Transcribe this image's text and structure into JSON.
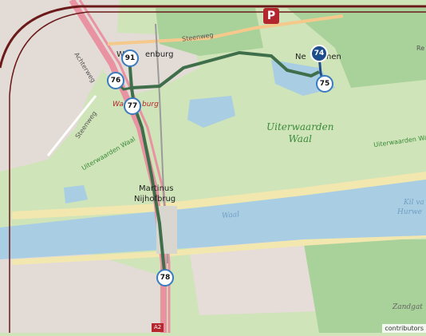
{
  "map": {
    "places": {
      "wadenburg_a": "Wa",
      "wadenburg_b": "enburg",
      "wadenburg_red": "Wa",
      "wadenburg_red_b": "burg",
      "nettenhen_a": "Ne",
      "nettenhen_b": "nen",
      "martinus_1": "Martinus",
      "martinus_2": "Nijhofbrug"
    },
    "roads": {
      "steenweg": "Steenweg",
      "achterweg": "Achterweg",
      "steenweg_diag": "Steenweg",
      "uiterwaarden_waal_road_left": "Uiterwaarden Waal",
      "uiterwaarden_waal_road_right": "Uiterwaarden Waal",
      "re": "Re",
      "a2": "A2"
    },
    "water": {
      "waal": "Waal",
      "kil_1": "Kil va",
      "kil_2": "Hurwe",
      "zandgat": "Zandgat"
    },
    "nature": {
      "line1": "Uiterwaarden",
      "line2": "Waal"
    },
    "nodes": [
      "91",
      "76",
      "77",
      "74",
      "75",
      "78"
    ],
    "active_node": "74",
    "parking": "P",
    "attribution": "contributors"
  },
  "colors": {
    "route": "#3f6e4a",
    "node_border": "#3a7abf",
    "node_active": "#1e4d8c",
    "frame": "#6b1a1a",
    "parking": "#b2262d",
    "water": "#a9cde2"
  }
}
